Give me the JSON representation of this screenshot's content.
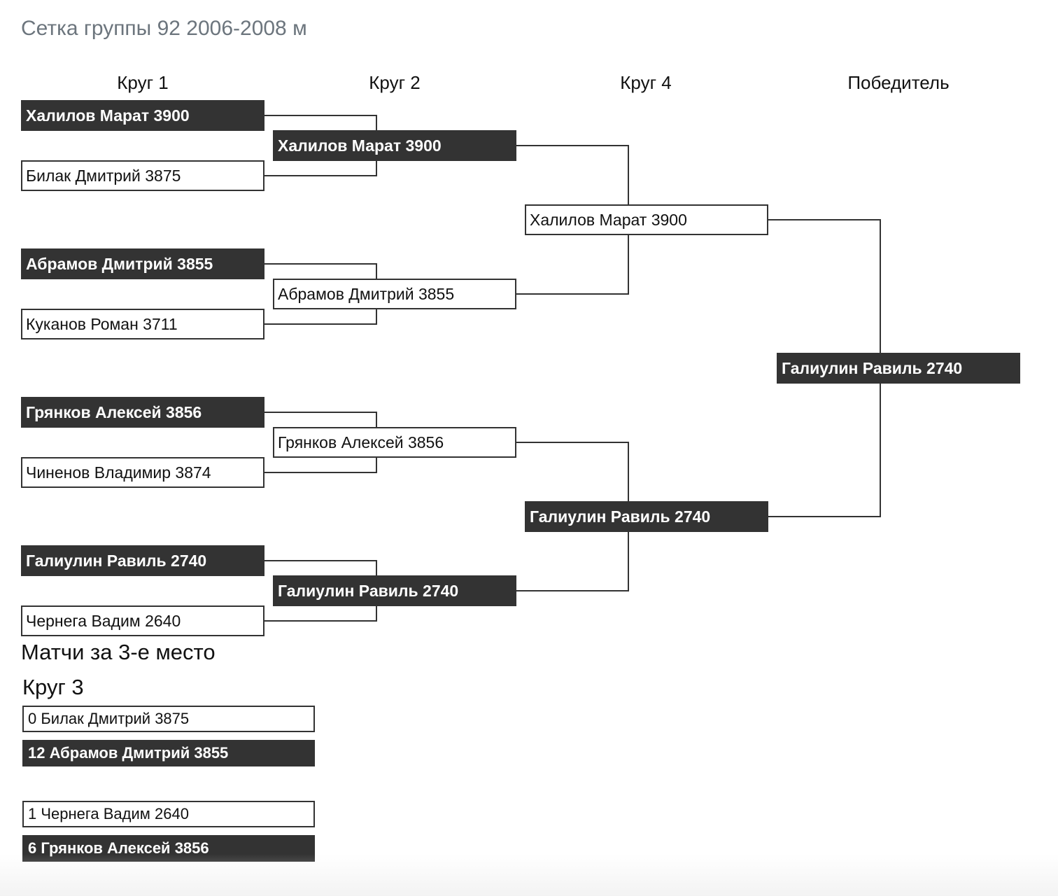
{
  "title": "Сетка группы 92 2006-2008 м",
  "rounds": [
    "Круг 1",
    "Круг 2",
    "Круг 4",
    "Победитель"
  ],
  "bracket": {
    "round1": [
      {
        "name": "Халилов Марат 3900",
        "winner": true
      },
      {
        "name": "Билак Дмитрий 3875",
        "winner": false
      },
      {
        "name": "Абрамов Дмитрий 3855",
        "winner": true
      },
      {
        "name": "Куканов Роман 3711",
        "winner": false
      },
      {
        "name": "Грянков Алексей 3856",
        "winner": true
      },
      {
        "name": "Чиненов Владимир 3874",
        "winner": false
      },
      {
        "name": "Галиулин Равиль 2740",
        "winner": true
      },
      {
        "name": "Чернега Вадим 2640",
        "winner": false
      }
    ],
    "round2": [
      {
        "name": "Халилов Марат 3900",
        "winner": true
      },
      {
        "name": "Абрамов Дмитрий 3855",
        "winner": false
      },
      {
        "name": "Грянков Алексей 3856",
        "winner": false
      },
      {
        "name": "Галиулин Равиль 2740",
        "winner": true
      }
    ],
    "round4": [
      {
        "name": "Халилов Марат 3900",
        "winner": false
      },
      {
        "name": "Галиулин Равиль 2740",
        "winner": true
      }
    ],
    "champion": {
      "name": "Галиулин Равиль 2740",
      "winner": true
    }
  },
  "third_place": {
    "title": "Матчи за 3-е место",
    "round_title": "Круг 3",
    "entries": [
      {
        "text": "0 Билак Дмитрий 3875",
        "winner": false
      },
      {
        "text": "12 Абрамов Дмитрий 3855",
        "winner": true
      },
      {
        "text": "1 Чернега Вадим 2640",
        "winner": false
      },
      {
        "text": "6 Грянков Алексей 3856",
        "winner": true
      }
    ]
  },
  "colors": {
    "winner_bg": "#333333",
    "winner_text": "#ffffff",
    "title_text": "#6c757d"
  }
}
